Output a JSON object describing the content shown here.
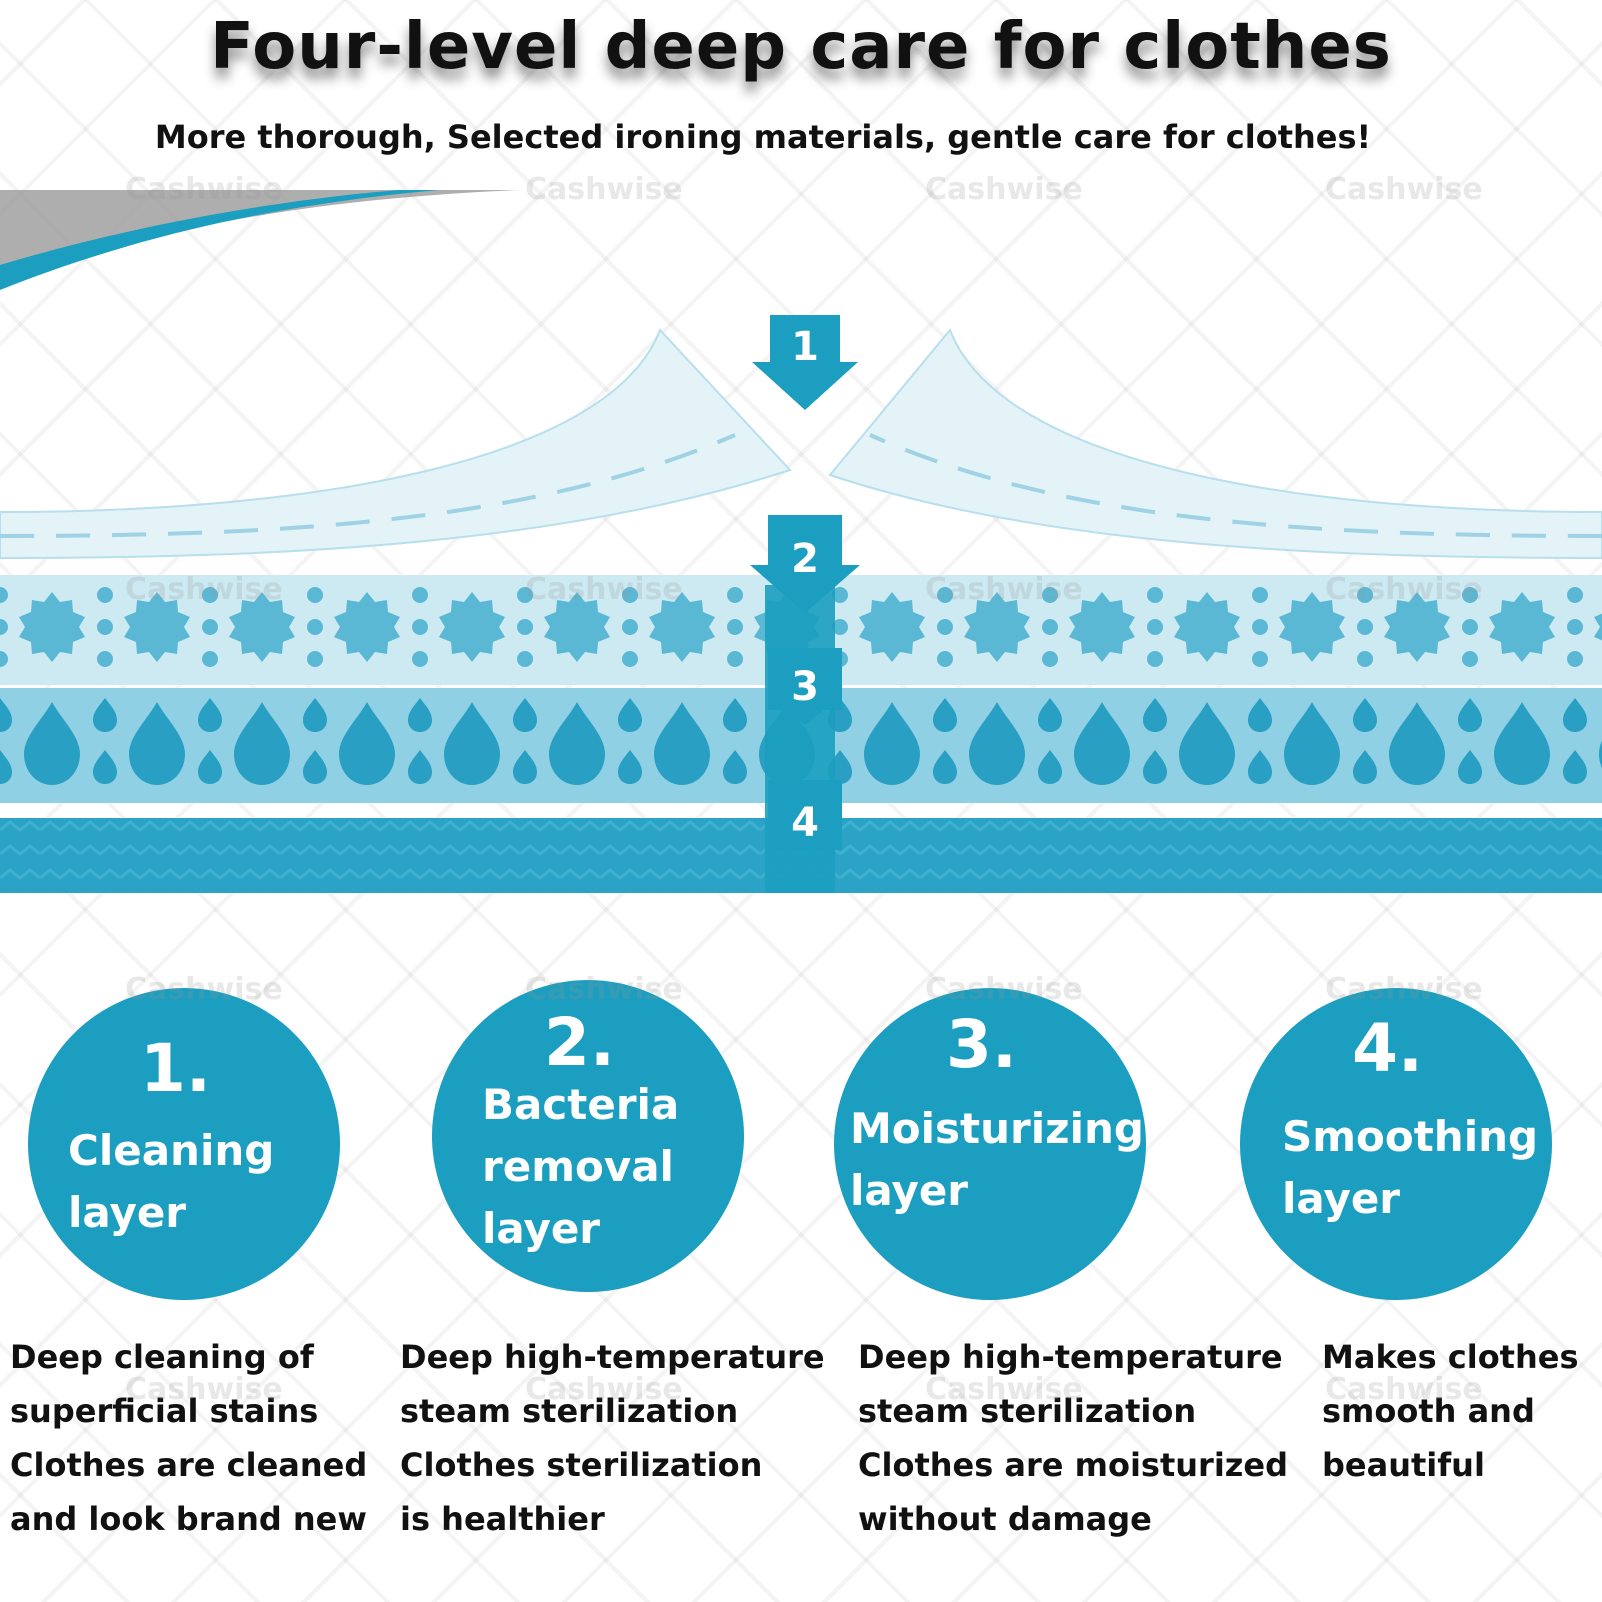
{
  "title": "Four-level deep care for clothes",
  "subtitle": "More thorough, Selected ironing materials, gentle care for clothes!",
  "watermark": "Cashwise",
  "colors": {
    "primary": "#1b9ebf",
    "light": "#cdeaf3",
    "mid": "#8fd0e4",
    "dark": "#2aa3c6",
    "text": "#111111"
  },
  "arrows": [
    "1",
    "2",
    "3",
    "4"
  ],
  "layers": [
    {
      "number": "1.",
      "name": [
        "Cleaning",
        "layer"
      ],
      "description": [
        "Deep cleaning of",
        "superficial stains",
        "Clothes are cleaned",
        "and look brand new"
      ]
    },
    {
      "number": "2.",
      "name": [
        "Bacteria",
        "removal",
        "layer"
      ],
      "description": [
        "Deep high-temperature",
        "steam sterilization",
        "Clothes sterilization",
        "is healthier"
      ]
    },
    {
      "number": "3.",
      "name": [
        "Moisturizing",
        "layer"
      ],
      "description": [
        "Deep high-temperature",
        "steam sterilization",
        "Clothes are moisturized",
        "without damage"
      ]
    },
    {
      "number": "4.",
      "name": [
        "Smoothing",
        "layer"
      ],
      "description": [
        "Makes clothes",
        "smooth and",
        "beautiful"
      ]
    }
  ]
}
